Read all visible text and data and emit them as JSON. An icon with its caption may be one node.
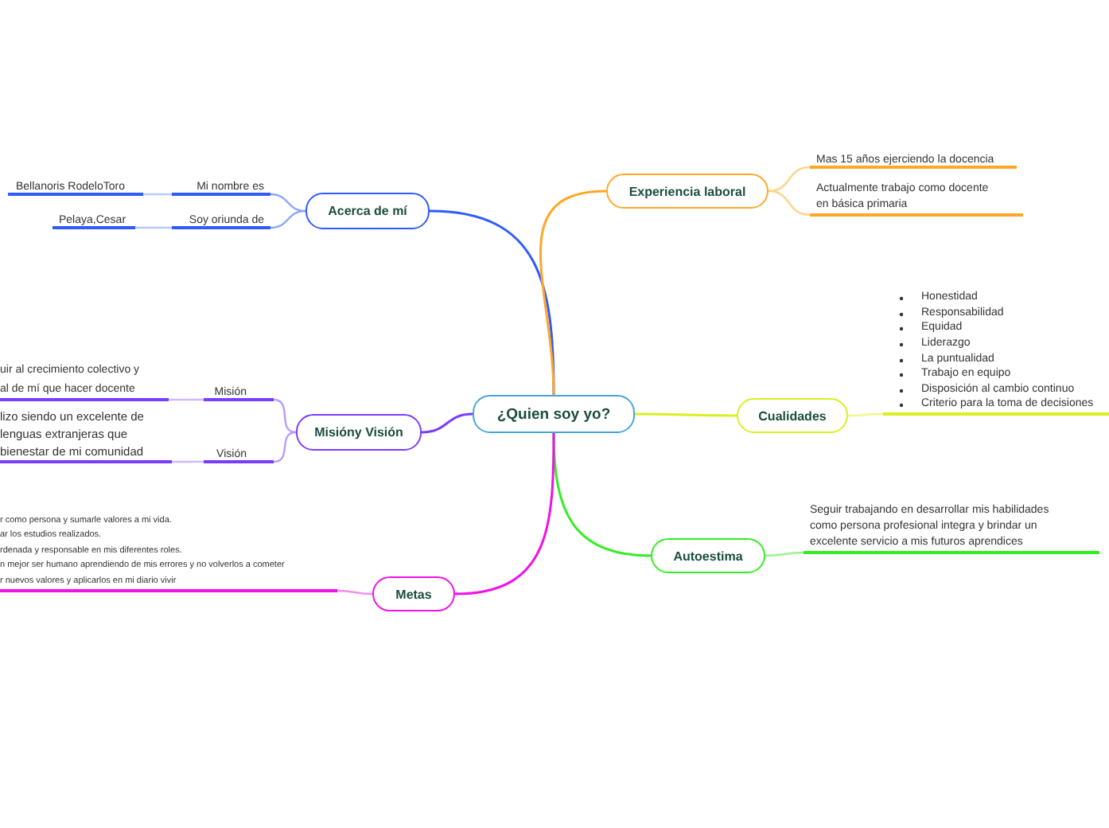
{
  "diagram": {
    "nodes": [
      {
        "text": [
          "¿Quien soy yo?"
        ]
      },
      {
        "text": [
          "Acerca de mí"
        ]
      },
      {
        "text": [
          "Mi nombre es"
        ]
      },
      {
        "text": [
          "Bellanoris RodeloToro"
        ]
      },
      {
        "text": [
          "Soy oriunda de"
        ]
      },
      {
        "text": [
          "Pelaya,Cesar"
        ]
      },
      {
        "text": [
          "Experiencia laboral"
        ]
      },
      {
        "text": [
          "Mas 15 años ejerciendo la docencia"
        ]
      },
      {
        "text": [
          "Actualmente trabajo como docente en básica primaria"
        ]
      },
      {
        "text": [
          "Cualidades"
        ]
      },
      {
        "text": [
          "Honestidad",
          "Responsabilidad",
          "Equidad",
          "Liderazgo",
          "La puntualidad",
          "Trabajo en equipo",
          "Disposición al cambio continuo",
          "Criterio para la toma de decisiones"
        ]
      },
      {
        "text": [
          "Misióny Visión"
        ]
      },
      {
        "text": [
          "Misión"
        ]
      },
      {
        "text": [
          "uir al crecimiento colectivo y al de mí que hacer docente"
        ]
      },
      {
        "text": [
          "Visión"
        ]
      },
      {
        "text": [
          "lizo siendo un excelente de lenguas extranjeras que bienestar de mi comunidad"
        ]
      },
      {
        "text": [
          "Autoestima"
        ]
      },
      {
        "text": [
          "Seguir trabajando en desarrollar mis habilidades como persona profesional integra y brindar un excelente servicio a mis futuros aprendices"
        ]
      },
      {
        "text": [
          "Metas"
        ]
      },
      {
        "text": [
          "r como persona y sumarle valores a mi vida.",
          "ar los estudios realizados.",
          "rdenada y responsable en mis diferentes roles.",
          "n mejor ser humano aprendiendo de mis errores y no volverlos a cometer",
          "r nuevos valores y aplicarlos en mi diario vivir"
        ]
      }
    ],
    "edges": [
      {
        "from": 0,
        "to": 1,
        "arrow": "none",
        "color": "#2f5bff"
      },
      {
        "from": 1,
        "to": 2,
        "arrow": "none",
        "color": "#8aa6ff"
      },
      {
        "from": 2,
        "to": 3,
        "arrow": "none",
        "color": "#b9c9ff"
      },
      {
        "from": 1,
        "to": 4,
        "arrow": "none",
        "color": "#8aa6ff"
      },
      {
        "from": 4,
        "to": 5,
        "arrow": "none",
        "color": "#b9c9ff"
      },
      {
        "from": 0,
        "to": 6,
        "arrow": "none",
        "color": "#ffa726"
      },
      {
        "from": 6,
        "to": 7,
        "arrow": "none",
        "color": "#ffd38a"
      },
      {
        "from": 6,
        "to": 8,
        "arrow": "none",
        "color": "#ffd38a"
      },
      {
        "from": 0,
        "to": 9,
        "arrow": "none",
        "color": "#d8f020"
      },
      {
        "from": 9,
        "to": 10,
        "arrow": "none",
        "color": "#ecf88c"
      },
      {
        "from": 0,
        "to": 11,
        "arrow": "none",
        "color": "#7a3cff"
      },
      {
        "from": 11,
        "to": 12,
        "arrow": "none",
        "color": "#b79cff"
      },
      {
        "from": 12,
        "to": 13,
        "arrow": "none",
        "color": "#cdbaff"
      },
      {
        "from": 11,
        "to": 14,
        "arrow": "none",
        "color": "#b79cff"
      },
      {
        "from": 14,
        "to": 15,
        "arrow": "none",
        "color": "#cdbaff"
      },
      {
        "from": 0,
        "to": 16,
        "arrow": "none",
        "color": "#33ee22"
      },
      {
        "from": 16,
        "to": 17,
        "arrow": "none",
        "color": "#99f58f"
      },
      {
        "from": 0,
        "to": 18,
        "arrow": "none",
        "color": "#f010e8"
      },
      {
        "from": 18,
        "to": 19,
        "arrow": "none",
        "color": "#f58cf0"
      }
    ]
  }
}
